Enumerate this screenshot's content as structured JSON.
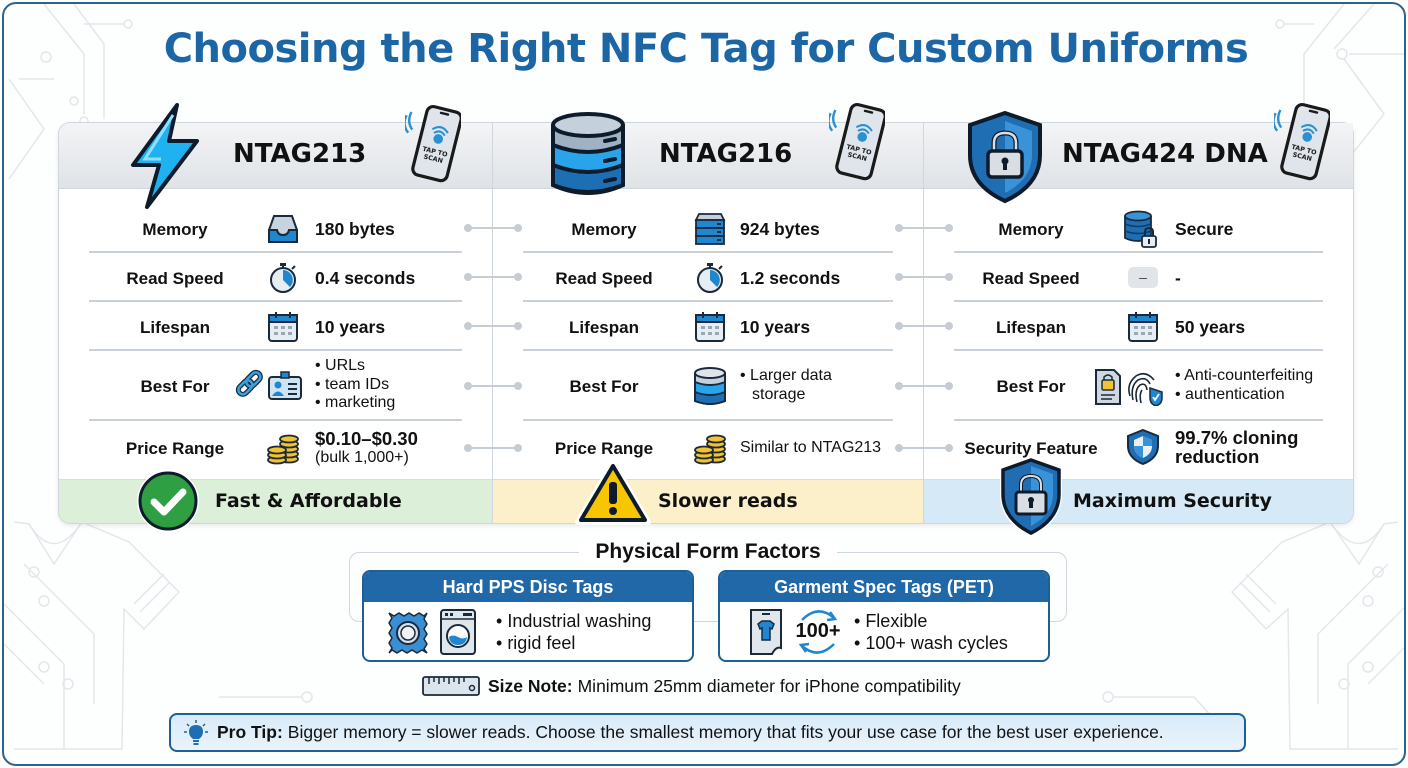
{
  "title": "Choosing the Right NFC Tag for Custom Uniforms",
  "phone_label": "TAP TO SCAN",
  "columns": [
    {
      "name": "NTAG213",
      "hero_icon": "lightning-bolt-icon",
      "rows": [
        {
          "label": "Memory",
          "icon": "inbox-tray-icon",
          "value": "180 bytes"
        },
        {
          "label": "Read Speed",
          "icon": "stopwatch-icon",
          "value": "0.4 seconds"
        },
        {
          "label": "Lifespan",
          "icon": "calendar-icon",
          "value": "10 years"
        },
        {
          "label": "Best For",
          "icon": "link-and-id-card-icon",
          "bullets": [
            "URLs",
            "team IDs",
            "marketing"
          ]
        },
        {
          "label": "Price Range",
          "icon": "coins-icon",
          "value": "$0.10–$0.30",
          "subvalue": "(bulk 1,000+)"
        }
      ],
      "footer": {
        "label": "Fast & Affordable",
        "icon": "checkmark-circle-icon",
        "color": "#dcefd9",
        "badge_color": "#2ea043"
      }
    },
    {
      "name": "NTAG216",
      "hero_icon": "database-icon",
      "rows": [
        {
          "label": "Memory",
          "icon": "server-stack-icon",
          "value": "924 bytes"
        },
        {
          "label": "Read Speed",
          "icon": "stopwatch-icon",
          "value": "1.2 seconds"
        },
        {
          "label": "Lifespan",
          "icon": "calendar-icon",
          "value": "10 years"
        },
        {
          "label": "Best For",
          "icon": "database-icon",
          "bullets": [
            "Larger data",
            "storage"
          ]
        },
        {
          "label": "Price Range",
          "icon": "coins-icon",
          "value": "Similar to NTAG213"
        }
      ],
      "footer": {
        "label": "Slower reads",
        "icon": "warning-triangle-icon",
        "color": "#fbf0c9",
        "badge_color": "#f7c600"
      }
    },
    {
      "name": "NTAG424 DNA",
      "hero_icon": "shield-lock-icon",
      "rows": [
        {
          "label": "Memory",
          "icon": "locked-database-icon",
          "value": "Secure"
        },
        {
          "label": "Read Speed",
          "icon": "dash-placeholder-icon",
          "value": "-",
          "icon_text": "–"
        },
        {
          "label": "Lifespan",
          "icon": "calendar-icon",
          "value": "50 years"
        },
        {
          "label": "Best For",
          "icon": "document-fingerprint-icon",
          "bullets": [
            "Anti-counterfeiting",
            "authentication"
          ]
        },
        {
          "label": "Security Feature",
          "icon": "shield-icon",
          "value": "99.7% cloning",
          "subvalue": "reduction"
        }
      ],
      "footer": {
        "label": "Maximum Security",
        "icon": "shield-lock-icon",
        "color": "#d6e9f7",
        "badge_color": "#1f6db3"
      }
    }
  ],
  "form_factors": {
    "title": "Physical Form Factors",
    "cards": [
      {
        "title": "Hard PPS Disc Tags",
        "icons": [
          "disc-tag-icon",
          "washing-machine-icon"
        ],
        "bullets": [
          "Industrial washing",
          "rigid feel"
        ]
      },
      {
        "title": "Garment Spec Tags (PET)",
        "icons": [
          "garment-label-icon",
          "cycle-100-icon"
        ],
        "cycle_text": "100+",
        "bullets": [
          "Flexible",
          "100+ wash cycles"
        ]
      }
    ]
  },
  "size_note": {
    "label": "Size Note:",
    "text": "Minimum 25mm diameter for iPhone compatibility",
    "icon": "ruler-icon"
  },
  "pro_tip": {
    "label": "Pro Tip:",
    "text": "Bigger memory = slower reads. Choose the smallest memory that fits your use case for the best user experience.",
    "icon": "lightbulb-icon"
  },
  "colors": {
    "title": "#1d66a6",
    "accent": "#2168a8",
    "border": "#2a6391"
  }
}
